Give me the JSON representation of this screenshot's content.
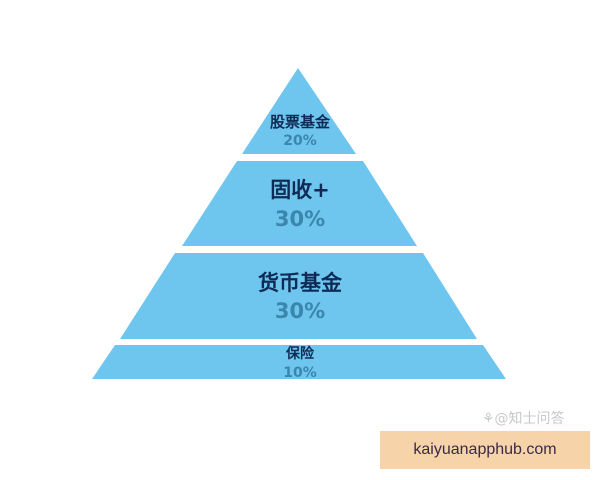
{
  "colors": {
    "layer_fill": "#6ec6ef",
    "label_color": "#0f2b55",
    "percent_color": "#3b86ad",
    "banner_bg": "#f6d3a9",
    "background": "#ffffff"
  },
  "pyramid": {
    "layers": [
      {
        "label": "股票基金",
        "percent": "20%"
      },
      {
        "label": "固收+",
        "percent": "30%"
      },
      {
        "label": "货币基金",
        "percent": "30%"
      },
      {
        "label": "保险",
        "percent": "10%"
      }
    ]
  },
  "watermark": {
    "text": "⚘@知士问答"
  },
  "banner": {
    "text": "kaiyuanapphub.com"
  }
}
